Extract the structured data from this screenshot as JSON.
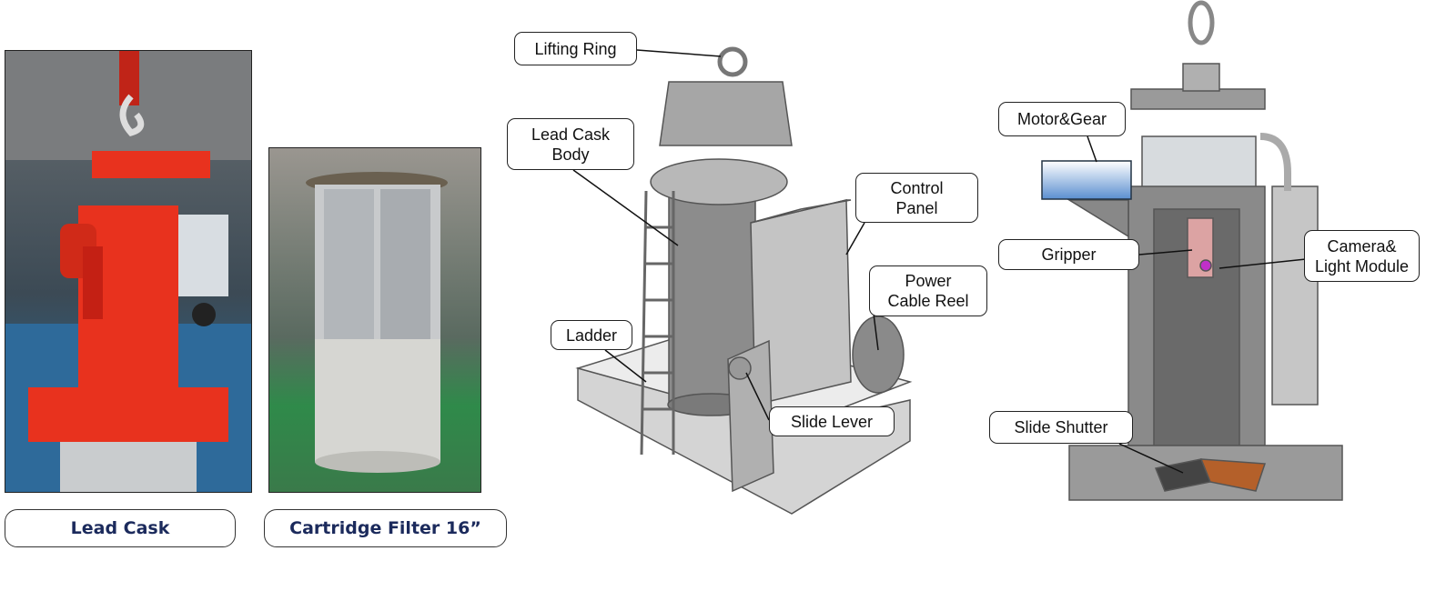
{
  "photos": [
    {
      "caption": "Lead Cask"
    },
    {
      "caption": "Cartridge Filter 16”"
    }
  ],
  "exterior_view": {
    "labels": {
      "lifting_ring": "Lifting Ring",
      "lead_cask_body_1": "Lead Cask",
      "lead_cask_body_2": "Body",
      "control_panel_1": "Control",
      "control_panel_2": "Panel",
      "power_cable_reel_1": "Power",
      "power_cable_reel_2": "Cable Reel",
      "ladder": "Ladder",
      "slide_lever": "Slide Lever"
    }
  },
  "section_view": {
    "labels": {
      "motor_gear": "Motor&Gear",
      "gripper": "Gripper",
      "camera_1": "Camera&",
      "camera_2": "Light Module",
      "slide_shutter": "Slide Shutter"
    }
  },
  "colors": {
    "cask_red": "#e8321e",
    "caption_text": "#1b2a5c",
    "motor_blue": "#5b8fd0"
  }
}
